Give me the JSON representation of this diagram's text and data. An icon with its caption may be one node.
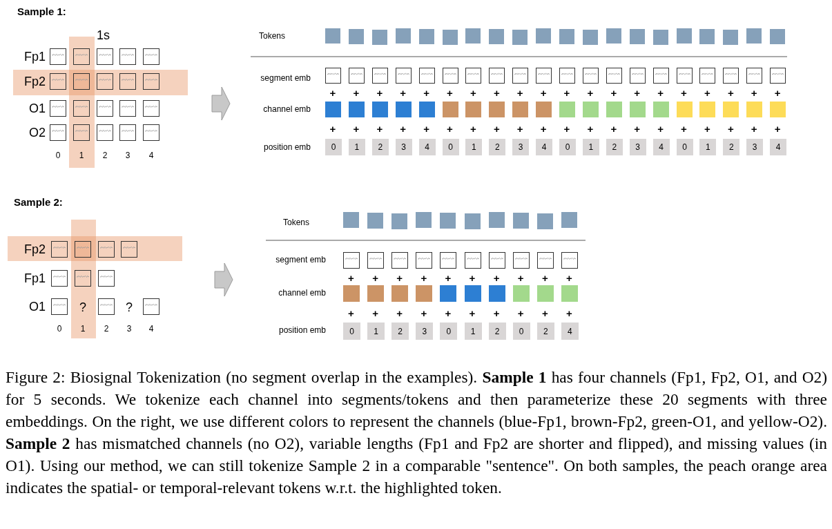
{
  "diagram": {
    "caption": "Figure 2: Biosignal Tokenization (no segment overlap in the examples). **Sample 1** has four channels (Fp1, Fp2, O1, and O2) for 5 seconds. We tokenize each channel into segments/tokens and then parameterize these 20 segments with three embeddings. On the right, we use different colors to represent the channels (blue-Fp1, brown-Fp2, green-O1, and yellow-O2). **Sample 2** has mismatched channels (no O2), variable lengths (Fp1 and Fp2 are shorter and flipped), and missing values (in O1). Using our method, we can still tokenize Sample 2 in a comparable \"sentence\". On both samples, the peach orange area indicates the spatial- or temporal-relevant tokens w.r.t. the highlighted token.",
    "nodes": [
      {
        "text": [],
        "shape": "box"
      },
      {
        "text": [],
        "shape": "box"
      },
      {
        "text": [],
        "shape": "box"
      },
      {
        "text": [],
        "shape": "box"
      },
      {
        "text": [],
        "shape": "box"
      },
      {
        "text": [],
        "shape": "box"
      },
      {
        "text": [],
        "shape": "box"
      },
      {
        "text": [],
        "shape": "box"
      },
      {
        "text": [],
        "shape": "box"
      },
      {
        "text": [],
        "shape": "box"
      },
      {
        "text": [],
        "shape": "box"
      },
      {
        "text": [],
        "shape": "box"
      },
      {
        "text": [],
        "shape": "box"
      },
      {
        "text": [],
        "shape": "box"
      },
      {
        "text": [],
        "shape": "box"
      },
      {
        "text": [],
        "shape": "box"
      },
      {
        "text": [],
        "shape": "box"
      },
      {
        "text": [],
        "shape": "box"
      },
      {
        "text": [],
        "shape": "box"
      },
      {
        "text": [],
        "shape": "box"
      },
      {
        "text": [],
        "shape": "box"
      },
      {
        "text": [],
        "shape": "box"
      },
      {
        "text": [],
        "shape": "box"
      },
      {
        "text": [],
        "shape": "box"
      },
      {
        "text": [],
        "shape": "box"
      },
      {
        "text": [],
        "shape": "box"
      },
      {
        "text": [],
        "shape": "box"
      },
      {
        "text": [],
        "shape": "box"
      },
      {
        "text": [],
        "shape": "box"
      },
      {
        "text": [],
        "shape": "box"
      },
      {
        "text": [],
        "shape": "box"
      },
      {
        "text": [],
        "shape": "box"
      },
      {
        "text": [],
        "shape": "box"
      },
      {
        "text": [],
        "shape": "box"
      },
      {
        "text": [],
        "shape": "box"
      },
      {
        "text": [],
        "shape": "box"
      },
      {
        "text": [],
        "shape": "box"
      },
      {
        "text": [],
        "shape": "box"
      },
      {
        "text": [],
        "shape": "box"
      },
      {
        "text": [],
        "shape": "box"
      },
      {
        "text": [],
        "shape": "box"
      },
      {
        "text": [],
        "shape": "box"
      },
      {
        "text": [],
        "shape": "box"
      },
      {
        "text": [],
        "shape": "box"
      },
      {
        "text": [],
        "shape": "box"
      },
      {
        "text": [],
        "shape": "box"
      },
      {
        "text": [],
        "shape": "box"
      },
      {
        "text": [],
        "shape": "box"
      },
      {
        "text": [],
        "shape": "box"
      },
      {
        "text": [],
        "shape": "box"
      },
      {
        "text": [],
        "shape": "box"
      },
      {
        "text": [],
        "shape": "box"
      },
      {
        "text": [],
        "shape": "box"
      },
      {
        "text": [],
        "shape": "box"
      },
      {
        "text": [],
        "shape": "box"
      },
      {
        "text": [],
        "shape": "box"
      },
      {
        "text": [],
        "shape": "box"
      },
      {
        "text": [],
        "shape": "box"
      },
      {
        "text": [],
        "shape": "box"
      },
      {
        "text": [],
        "shape": "box"
      },
      {
        "text": [],
        "shape": "box"
      },
      {
        "text": [],
        "shape": "box"
      },
      {
        "text": [],
        "shape": "box"
      },
      {
        "text": [],
        "shape": "box"
      },
      {
        "text": [],
        "shape": "box"
      },
      {
        "text": [],
        "shape": "box"
      },
      {
        "text": [],
        "shape": "box"
      },
      {
        "text": [],
        "shape": "box"
      },
      {
        "text": [],
        "shape": "box"
      },
      {
        "text": [],
        "shape": "box"
      },
      {
        "text": [],
        "shape": "box"
      },
      {
        "text": [],
        "shape": "box"
      },
      {
        "text": [],
        "shape": "box"
      },
      {
        "text": [],
        "shape": "box"
      },
      {
        "text": [],
        "shape": "box"
      },
      {
        "text": [],
        "shape": "box"
      },
      {
        "text": [],
        "shape": "box"
      },
      {
        "text": [],
        "shape": "box"
      },
      {
        "text": [],
        "shape": "box"
      },
      {
        "text": [],
        "shape": "box"
      },
      {
        "text": [
          "0"
        ]
      },
      {
        "text": [
          "1"
        ]
      },
      {
        "text": [
          "2"
        ]
      },
      {
        "text": [
          "3"
        ]
      },
      {
        "text": [
          "4"
        ]
      },
      {
        "text": [
          "0"
        ]
      },
      {
        "text": [
          "1"
        ]
      },
      {
        "text": [
          "2"
        ]
      },
      {
        "text": [
          "3"
        ]
      },
      {
        "text": [
          "4"
        ]
      },
      {
        "text": [
          "0"
        ]
      },
      {
        "text": [
          "1"
        ]
      },
      {
        "text": [
          "2"
        ]
      },
      {
        "text": [
          "3"
        ]
      },
      {
        "text": [
          "4"
        ]
      },
      {
        "text": [
          "0"
        ]
      },
      {
        "text": [
          "1"
        ]
      },
      {
        "text": [
          "2"
        ]
      },
      {
        "text": [
          "3"
        ]
      },
      {
        "text": [
          "4"
        ]
      },
      {
        "text": [],
        "shape": "box"
      },
      {
        "text": [],
        "shape": "box"
      },
      {
        "text": [],
        "shape": "box"
      },
      {
        "text": [],
        "shape": "box"
      },
      {
        "text": [],
        "shape": "box"
      },
      {
        "text": [],
        "shape": "box"
      },
      {
        "text": [],
        "shape": "box"
      },
      {
        "text": [],
        "shape": "box"
      },
      {
        "text": [],
        "shape": "box"
      },
      {
        "text": [],
        "shape": "box"
      },
      {
        "text": [],
        "shape": "box"
      },
      {
        "text": [],
        "shape": "box"
      },
      {
        "text": [],
        "shape": "box"
      },
      {
        "text": [],
        "shape": "box"
      },
      {
        "text": [],
        "shape": "box"
      },
      {
        "text": [],
        "shape": "box"
      },
      {
        "text": [],
        "shape": "box"
      },
      {
        "text": [],
        "shape": "box"
      },
      {
        "text": [],
        "shape": "box"
      },
      {
        "text": [],
        "shape": "box"
      },
      {
        "text": [],
        "shape": "box"
      },
      {
        "text": [],
        "shape": "box"
      },
      {
        "text": [],
        "shape": "box"
      },
      {
        "text": [],
        "shape": "box"
      },
      {
        "text": [],
        "shape": "box"
      },
      {
        "text": [],
        "shape": "box"
      },
      {
        "text": [],
        "shape": "box"
      },
      {
        "text": [],
        "shape": "box"
      },
      {
        "text": [],
        "shape": "box"
      },
      {
        "text": [],
        "shape": "box"
      },
      {
        "text": [],
        "shape": "box"
      },
      {
        "text": [],
        "shape": "box"
      },
      {
        "text": [],
        "shape": "box"
      },
      {
        "text": [],
        "shape": "box"
      },
      {
        "text": [],
        "shape": "box"
      },
      {
        "text": [],
        "shape": "box"
      },
      {
        "text": [],
        "shape": "box"
      },
      {
        "text": [],
        "shape": "box"
      },
      {
        "text": [],
        "shape": "box"
      },
      {
        "text": [],
        "shape": "box"
      },
      {
        "text": [
          "0"
        ]
      },
      {
        "text": [
          "1"
        ]
      },
      {
        "text": [
          "2"
        ]
      },
      {
        "text": [
          "3"
        ]
      },
      {
        "text": [
          "0"
        ]
      },
      {
        "text": [
          "1"
        ]
      },
      {
        "text": [
          "2"
        ]
      },
      {
        "text": [
          "0"
        ]
      },
      {
        "text": [
          "2"
        ]
      },
      {
        "text": [
          "4"
        ]
      }
    ],
    "labels": [
      "Sample 1:",
      "1s",
      "Fp1",
      "Fp2",
      "O1",
      "O2",
      "0",
      "1",
      "2",
      "3",
      "4",
      "Tokens",
      "segment emb",
      "+",
      "+",
      "+",
      "+",
      "+",
      "+",
      "+",
      "+",
      "+",
      "+",
      "+",
      "+",
      "+",
      "+",
      "+",
      "+",
      "+",
      "+",
      "+",
      "+",
      "channel emb",
      "+",
      "+",
      "+",
      "+",
      "+",
      "+",
      "+",
      "+",
      "+",
      "+",
      "+",
      "+",
      "+",
      "+",
      "+",
      "+",
      "+",
      "+",
      "+",
      "+",
      "position emb",
      "Sample 2:",
      "Fp2",
      "Fp1",
      "O1",
      "?",
      "?",
      "0",
      "1",
      "2",
      "3",
      "4",
      "Tokens",
      "segment emb",
      "+",
      "+",
      "+",
      "+",
      "+",
      "+",
      "+",
      "+",
      "+",
      "+",
      "channel emb",
      "+",
      "+",
      "+",
      "+",
      "+",
      "+",
      "+",
      "+",
      "+",
      "+",
      "position emb"
    ]
  }
}
